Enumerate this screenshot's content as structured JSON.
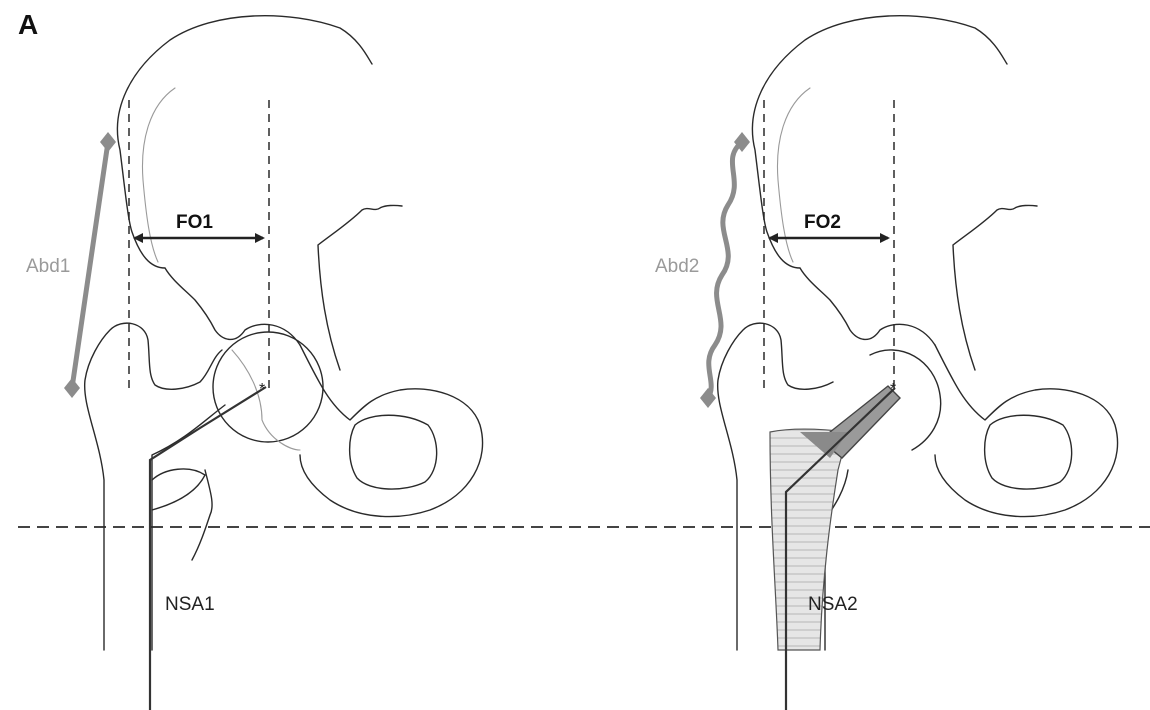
{
  "panel_label": "A",
  "left": {
    "fo_label": "FO1",
    "abd_label": "Abd1",
    "nsa_label": "NSA1"
  },
  "right": {
    "fo_label": "FO2",
    "abd_label": "Abd2",
    "nsa_label": "NSA2"
  },
  "colors": {
    "line": "#2a2a2a",
    "abductor": "#8c8c8c",
    "implant": "#d9d9d9"
  }
}
